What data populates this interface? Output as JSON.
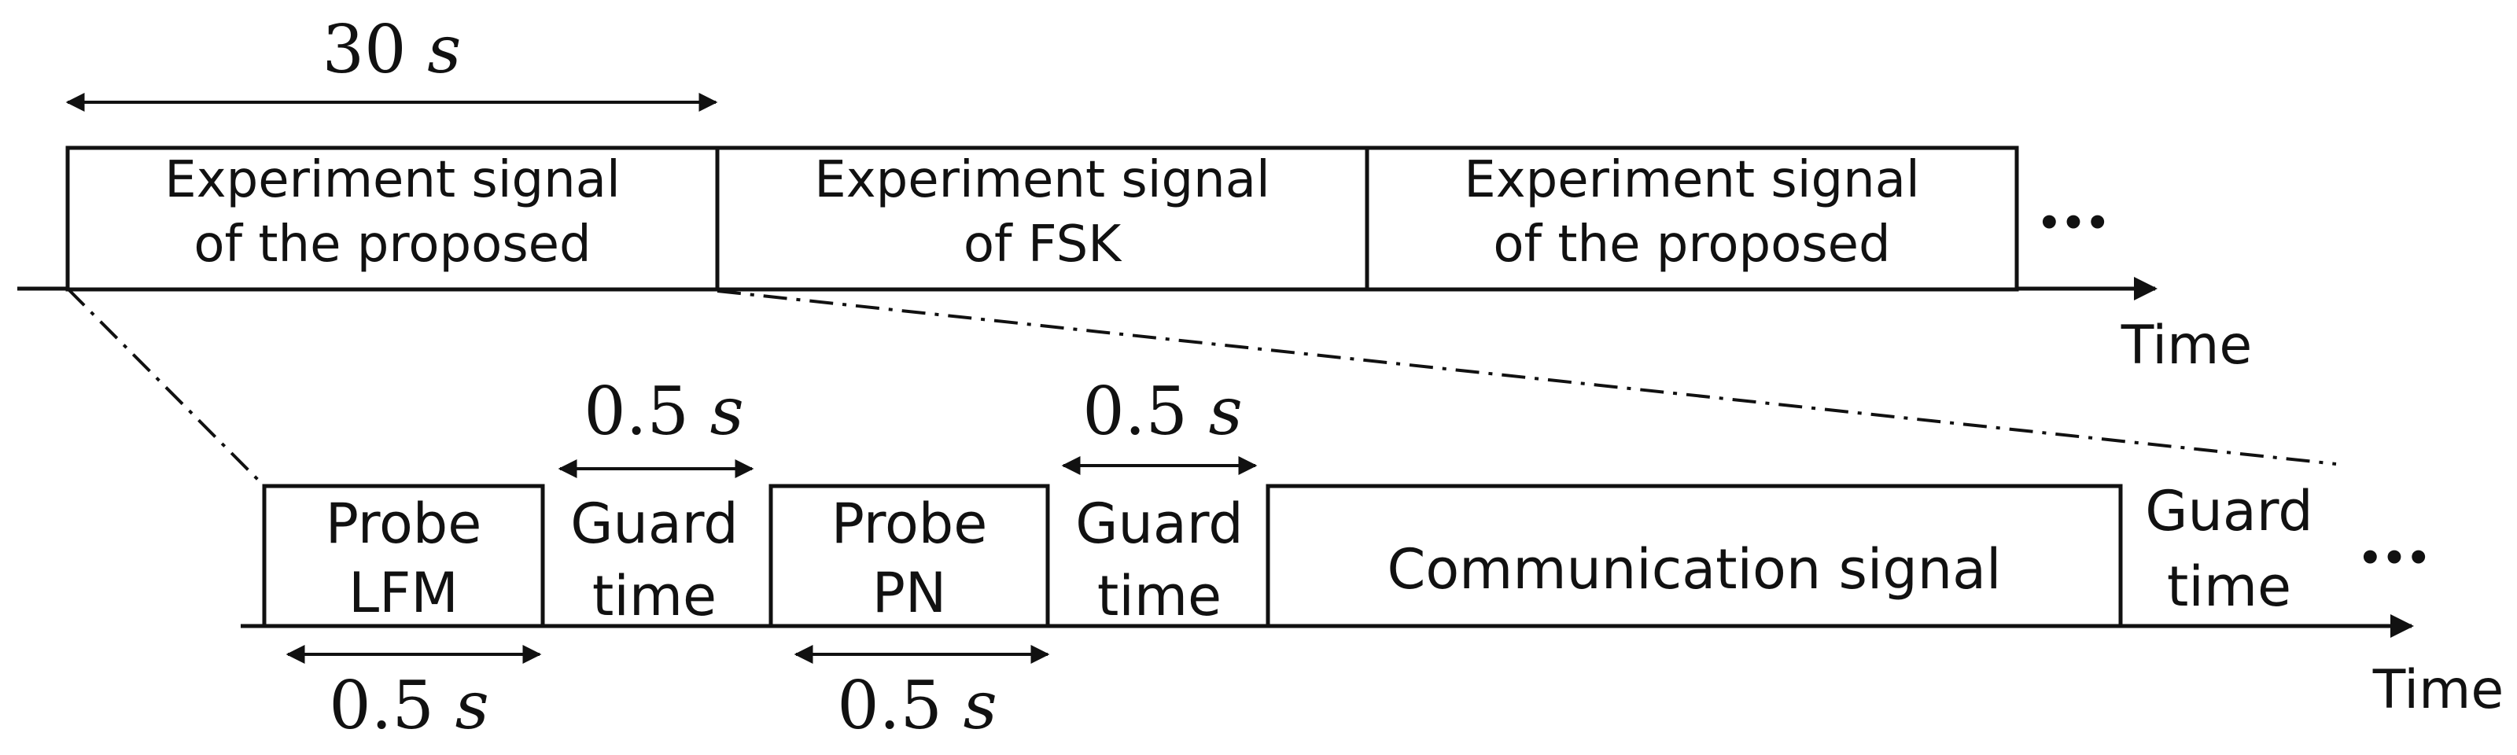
{
  "top_row": {
    "duration": {
      "value": "30",
      "unit": "s"
    },
    "segments": [
      {
        "line1": "Experiment signal",
        "line2": "of the proposed"
      },
      {
        "line1": "Experiment signal",
        "line2": "of FSK"
      },
      {
        "line1": "Experiment signal",
        "line2": "of the proposed"
      }
    ],
    "ellipsis": "•••",
    "axis_label": "Time"
  },
  "bottom_row": {
    "segments": [
      {
        "line1": "Probe",
        "line2": "LFM"
      },
      {
        "line1": "Guard",
        "line2": "time"
      },
      {
        "line1": "Probe",
        "line2": "PN"
      },
      {
        "line1": "Guard",
        "line2": "time"
      },
      {
        "line1": "Communication signal",
        "line2": ""
      },
      {
        "line1": "Guard",
        "line2": "time"
      }
    ],
    "durations": {
      "probe_lfm": {
        "value": "0.5",
        "unit": "s"
      },
      "guard_1": {
        "value": "0.5",
        "unit": "s"
      },
      "probe_pn": {
        "value": "0.5",
        "unit": "s"
      },
      "guard_2": {
        "value": "0.5",
        "unit": "s"
      }
    },
    "ellipsis": "•••",
    "axis_label": "Time"
  }
}
